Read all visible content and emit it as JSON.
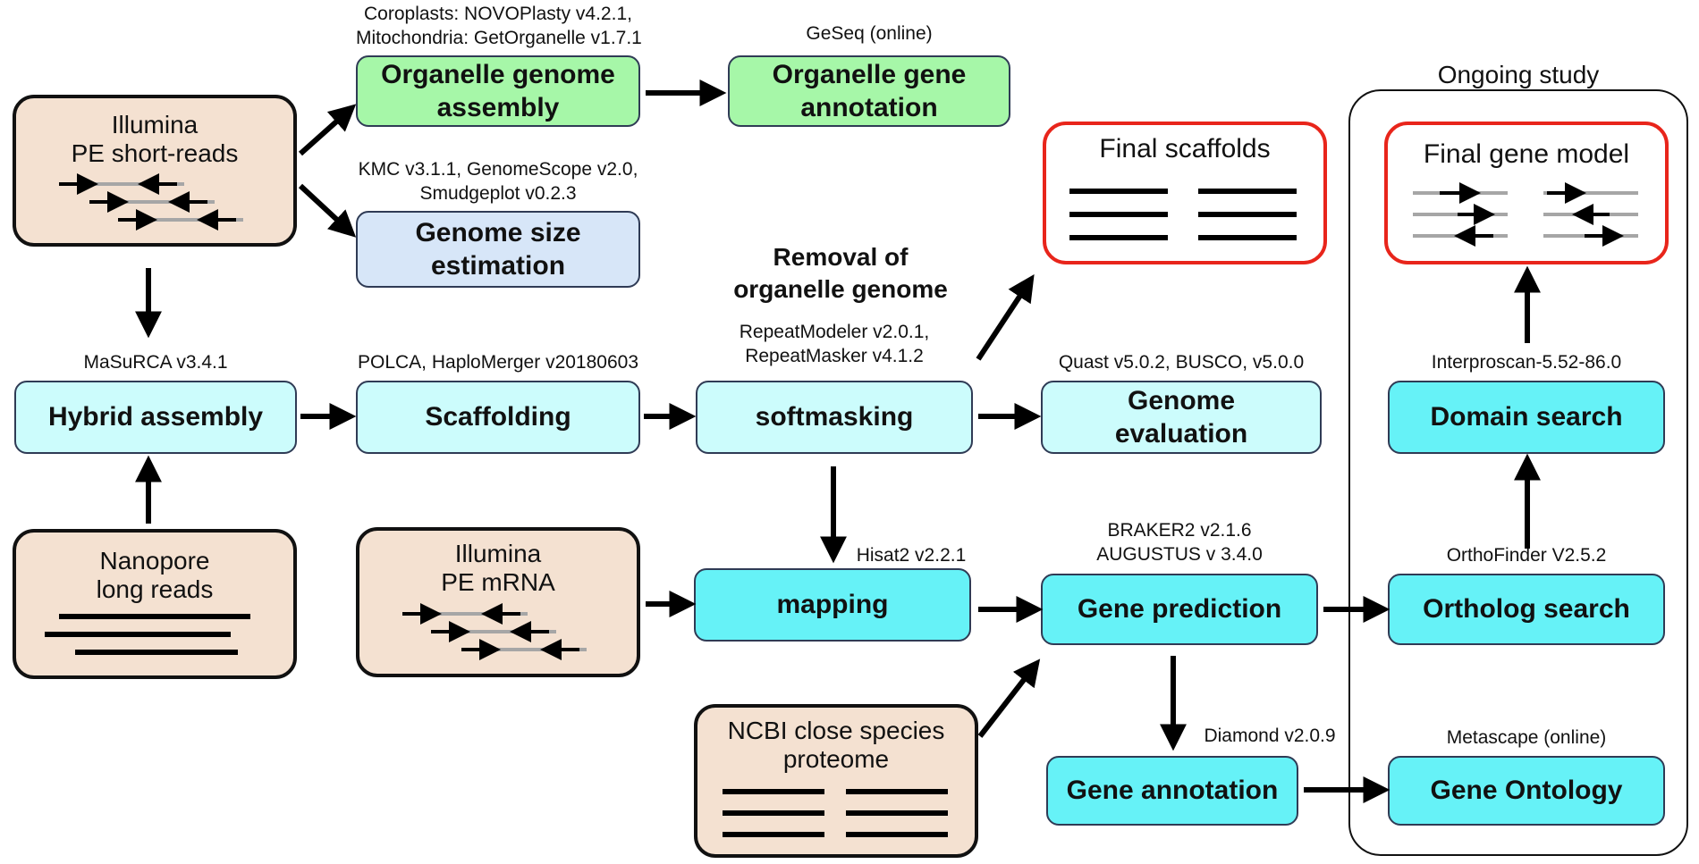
{
  "inputs": {
    "illumina_short": {
      "line1": "Illumina",
      "line2": "PE short-reads"
    },
    "nanopore": {
      "line1": "Nanopore",
      "line2": "long reads"
    },
    "illumina_mrna": {
      "line1": "Illumina",
      "line2": "PE mRNA"
    },
    "ncbi": {
      "line1": "NCBI close species",
      "line2": "proteome"
    }
  },
  "steps": {
    "organelle_assembly": {
      "line1": "Organelle genome",
      "line2": "assembly"
    },
    "organelle_annotation": {
      "line1": "Organelle gene",
      "line2": "annotation"
    },
    "genome_size": {
      "line1": "Genome size",
      "line2": "estimation"
    },
    "hybrid_assembly": "Hybrid assembly",
    "scaffolding": "Scaffolding",
    "softmasking": "softmasking",
    "genome_evaluation": {
      "line1": "Genome",
      "line2": "evaluation"
    },
    "mapping": "mapping",
    "gene_prediction": "Gene prediction",
    "ortholog_search": "Ortholog search",
    "domain_search": "Domain search",
    "gene_annotation": "Gene annotation",
    "gene_ontology": "Gene Ontology"
  },
  "tools": {
    "organelle_assembly": {
      "line1": "Coroplasts: NOVOPlasty v4.2.1,",
      "line2": "Mitochondria: GetOrganelle v1.7.1"
    },
    "organelle_annotation": "GeSeq (online)",
    "genome_size": {
      "line1": "KMC v3.1.1, GenomeScope v2.0,",
      "line2": "Smudgeplot v0.2.3"
    },
    "hybrid_assembly": "MaSuRCA v3.4.1",
    "scaffolding": "POLCA, HaploMerger v20180603",
    "softmasking": {
      "line1": "RepeatModeler v2.0.1,",
      "line2": "RepeatMasker v4.1.2"
    },
    "genome_evaluation": "Quast v5.0.2, BUSCO, v5.0.0",
    "mapping": "Hisat2 v2.2.1",
    "gene_prediction": {
      "line1": "BRAKER2 v2.1.6",
      "line2": "AUGUSTUS v 3.4.0"
    },
    "ortholog_search": "OrthoFinder V2.5.2",
    "domain_search": "Interproscan-5.52-86.0",
    "gene_annotation": "Diamond v2.0.9",
    "gene_ontology": "Metascape (online)"
  },
  "headings": {
    "removal": {
      "line1": "Removal of",
      "line2": "organelle genome"
    },
    "ongoing": "Ongoing study"
  },
  "results": {
    "final_scaffolds": "Final scaffolds",
    "final_gene_model": "Final gene model"
  },
  "colors": {
    "input_fill": "#f4e1d1",
    "step_light": "#ccfcfc",
    "step_cyan": "#66f2f7",
    "step_green": "#a6f7a8",
    "step_blue": "#d7e6f8",
    "result_border": "#e8251b"
  }
}
